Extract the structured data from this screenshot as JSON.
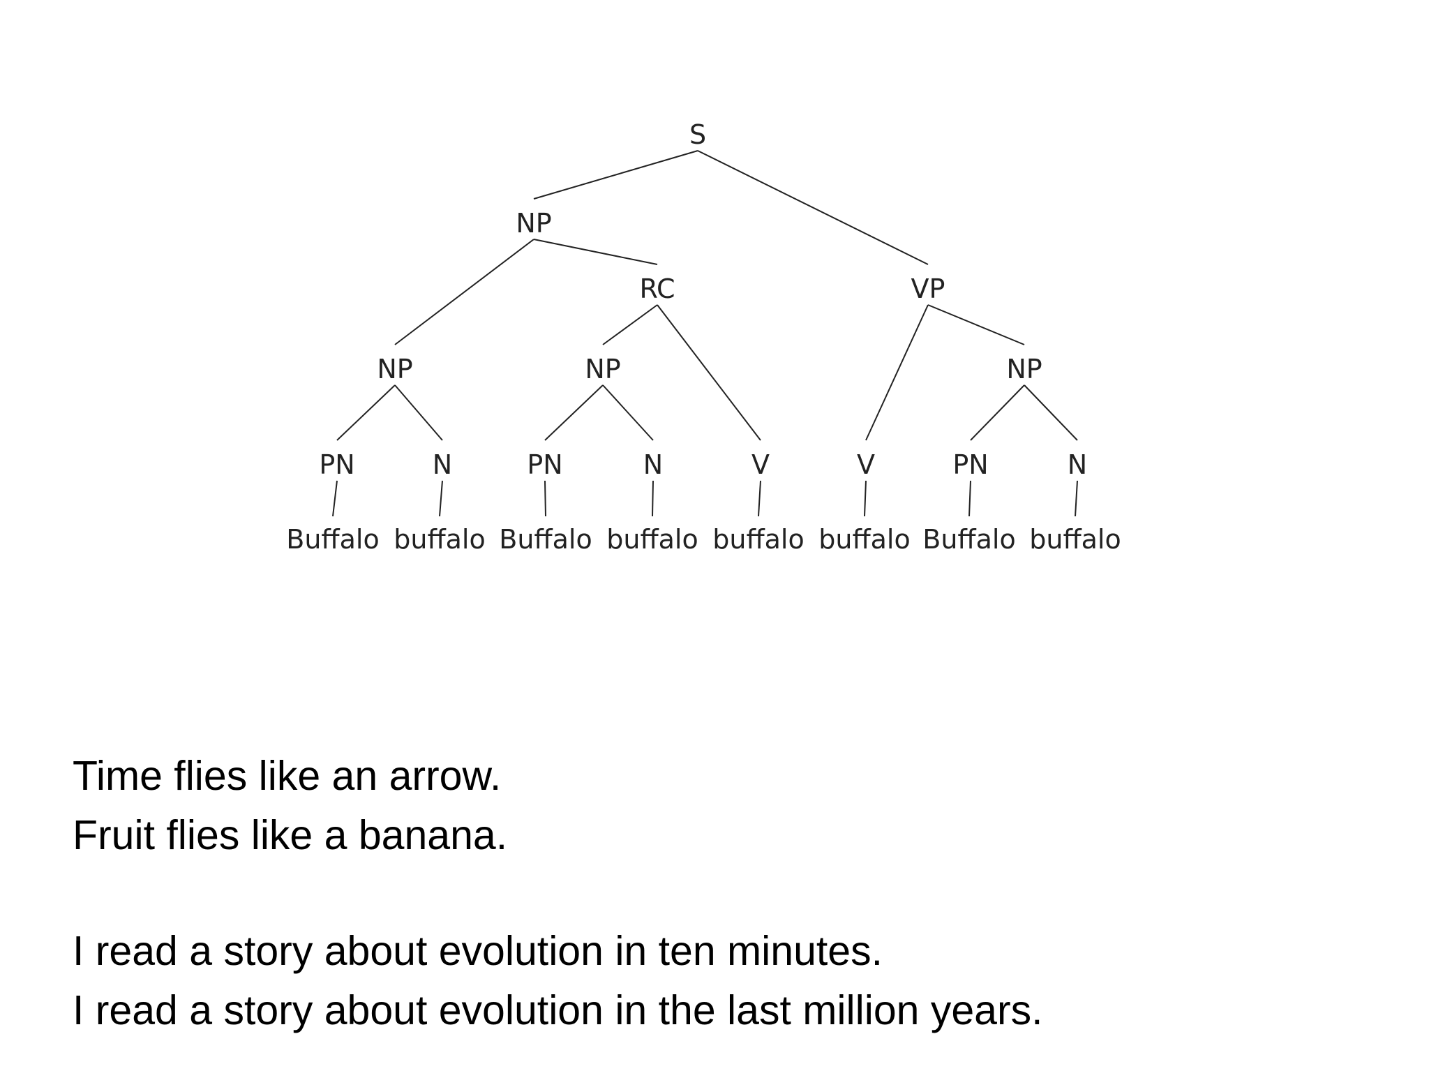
{
  "parse_tree": {
    "nodes": [
      {
        "id": "s",
        "label": "S",
        "parent": null
      },
      {
        "id": "np-subj",
        "label": "NP",
        "parent": "s"
      },
      {
        "id": "vp",
        "label": "VP",
        "parent": "s"
      },
      {
        "id": "np-1",
        "label": "NP",
        "parent": "np-subj"
      },
      {
        "id": "rc",
        "label": "RC",
        "parent": "np-subj"
      },
      {
        "id": "np-2",
        "label": "NP",
        "parent": "rc"
      },
      {
        "id": "v-1",
        "label": "V",
        "parent": "rc"
      },
      {
        "id": "v-2",
        "label": "V",
        "parent": "vp"
      },
      {
        "id": "np-3",
        "label": "NP",
        "parent": "vp"
      },
      {
        "id": "pn-1",
        "label": "PN",
        "parent": "np-1"
      },
      {
        "id": "n-1",
        "label": "N",
        "parent": "np-1"
      },
      {
        "id": "pn-2",
        "label": "PN",
        "parent": "np-2"
      },
      {
        "id": "n-2",
        "label": "N",
        "parent": "np-2"
      },
      {
        "id": "pn-3",
        "label": "PN",
        "parent": "np-3"
      },
      {
        "id": "n-3",
        "label": "N",
        "parent": "np-3"
      },
      {
        "id": "w-1",
        "label": "Buffalo",
        "parent": "pn-1"
      },
      {
        "id": "w-2",
        "label": "buffalo",
        "parent": "n-1"
      },
      {
        "id": "w-3",
        "label": "Buffalo",
        "parent": "pn-2"
      },
      {
        "id": "w-4",
        "label": "buffalo",
        "parent": "n-2"
      },
      {
        "id": "w-5",
        "label": "buffalo",
        "parent": "v-1"
      },
      {
        "id": "w-6",
        "label": "buffalo",
        "parent": "v-2"
      },
      {
        "id": "w-7",
        "label": "Buffalo",
        "parent": "pn-3"
      },
      {
        "id": "w-8",
        "label": "buffalo",
        "parent": "n-3"
      }
    ]
  },
  "sentences": {
    "group_1": [
      "Time flies like an arrow.",
      "Fruit flies like a banana."
    ],
    "group_2": [
      "I read a story about evolution in ten minutes.",
      "I read a story about evolution in the last million years."
    ]
  }
}
